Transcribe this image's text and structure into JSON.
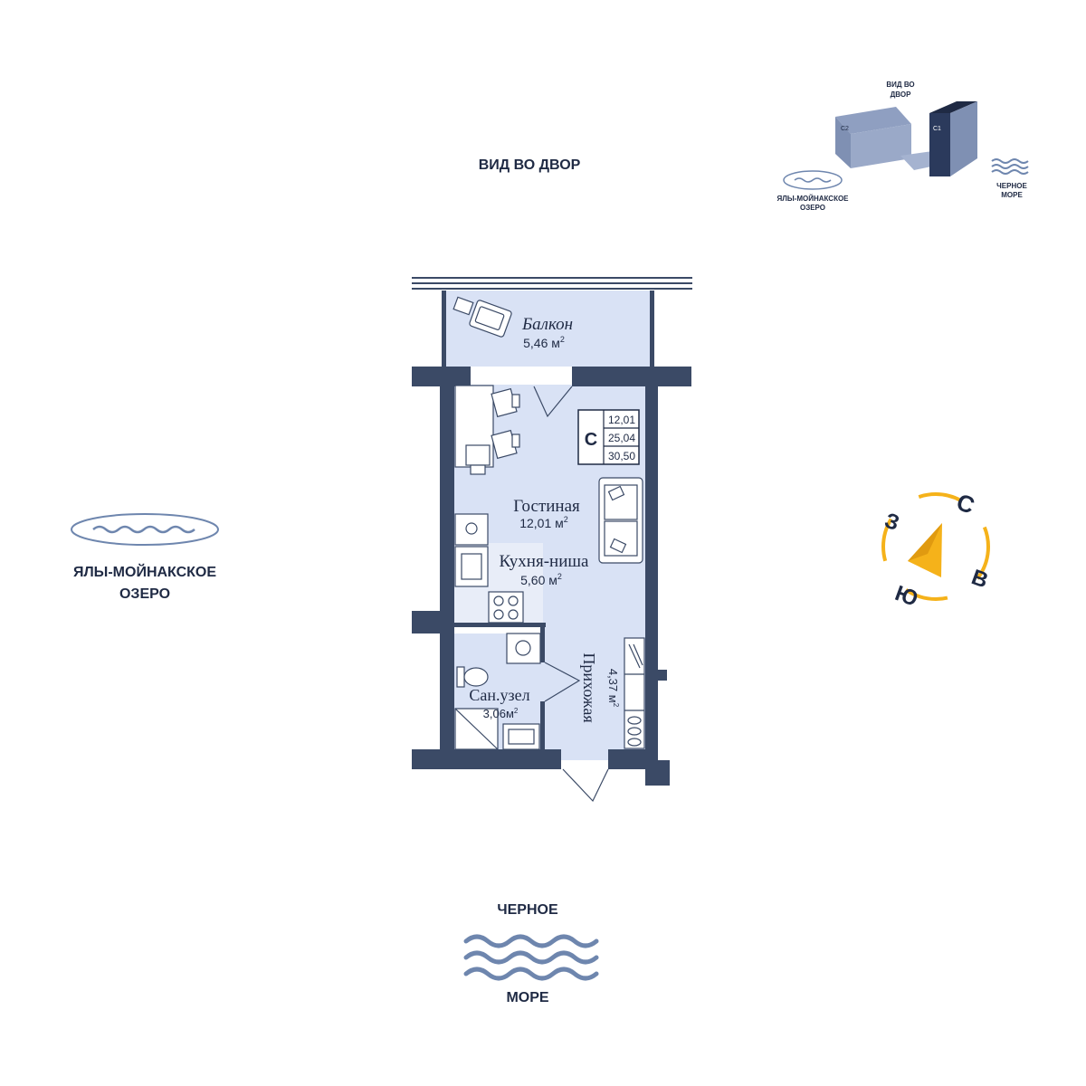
{
  "labels": {
    "courtyard_view": "ВИД ВО ДВОР",
    "lake": "ЯЛЫ-МОЙНАКСКОЕ",
    "lake_2": "ОЗЕРО",
    "sea_top": "ЧЕРНОЕ",
    "sea_bottom": "МОРЕ"
  },
  "key_plan": {
    "view": "ВИД ВО",
    "view_2": "ДВОР",
    "section_c2": "C2",
    "section_c1": "C1",
    "lake": "ЯЛЫ-МОЙНАКСКОЕ",
    "lake_2": "ОЗЕРО",
    "sea": "ЧЕРНОЕ",
    "sea_2": "МОРЕ"
  },
  "compass": {
    "north": "С",
    "east": "В",
    "south": "Ю",
    "west": "З"
  },
  "badge": {
    "letter": "C",
    "living": "12,01",
    "total": "25,04",
    "total_with_balcony": "30,50"
  },
  "rooms": {
    "balcony": {
      "name": "Балкон",
      "area": "5,46 м",
      "sup": "2"
    },
    "living": {
      "name": "Гостиная",
      "area": "12,01 м",
      "sup": "2"
    },
    "kitchen": {
      "name": "Кухня-ниша",
      "area": "5,60 м",
      "sup": "2"
    },
    "bathroom": {
      "name": "Сан.узел",
      "area": "3,06м",
      "sup": "2"
    },
    "hallway": {
      "name": "Прихожая",
      "area": "4,37 м",
      "sup": "2"
    }
  },
  "colors": {
    "wall": "#3b4a66",
    "room": "#d9e2f5",
    "accent": "#f5b21a",
    "water": "#6e86ae",
    "text": "#1f2a44"
  }
}
